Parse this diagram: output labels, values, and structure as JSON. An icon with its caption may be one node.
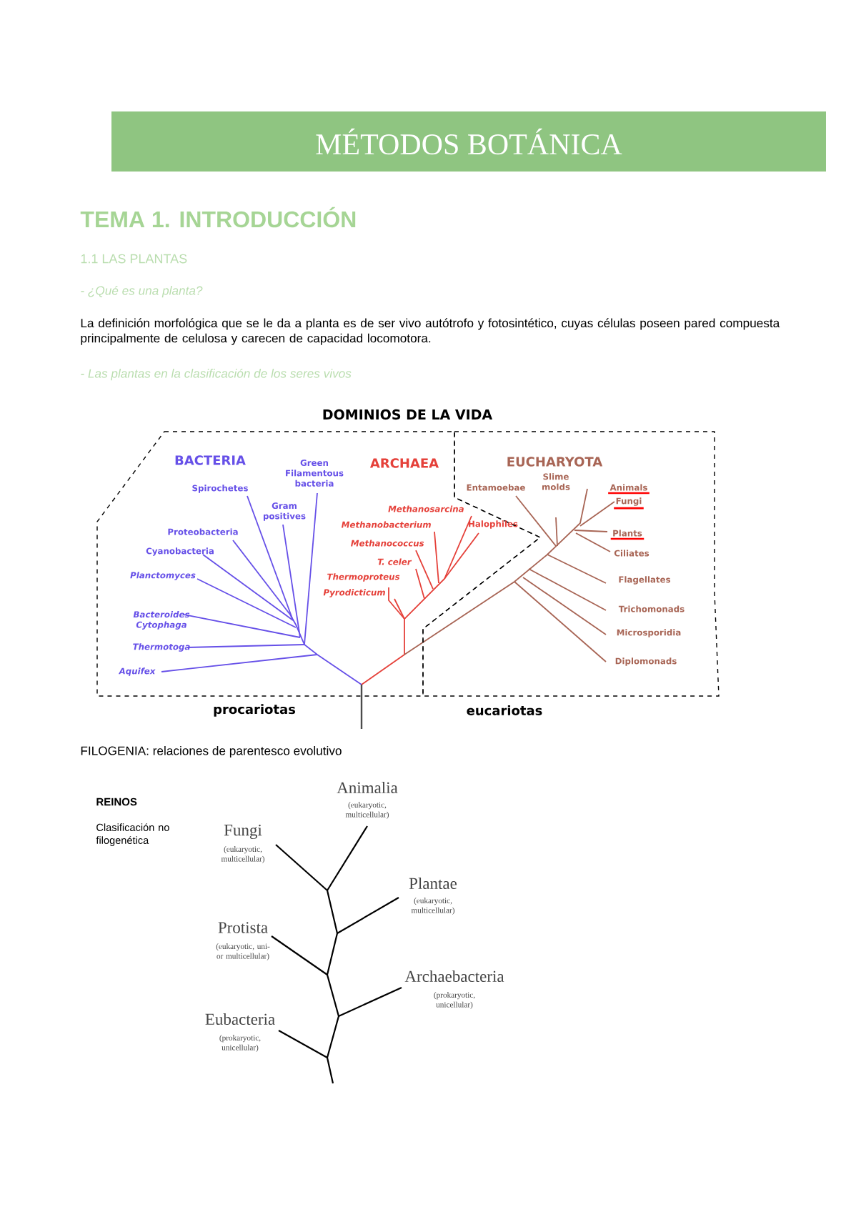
{
  "diagram": {
    "title": "MÉTODOS BOTÁNICA",
    "nodes": [
      {
        "text": [
          "BACTERIA",
          "ARCHAEA"
        ],
        "beside": [
          "procariotas"
        ]
      },
      {
        "text": [
          "EUCHARYOTA"
        ],
        "beside": [
          "eucariotas"
        ]
      }
    ],
    "labels": [
      "TEMA 1. INTRODUCCIÓN",
      "1.1 LAS PLANTAS",
      "- ¿Qué es una planta?",
      "La definición morfológica que se le da a planta es de ser vivo autótrofo y fotosintético, cuyas células poseen pared compuesta principalmente de celulosa y carecen de capacidad locomotora.",
      "- Las plantas en la clasificación de los seres vivos",
      "DOMINIOS DE LA VIDA",
      "Green Filamentous bacteria",
      "Spirochetes",
      "Gram positives",
      "Proteobacteria",
      "Cyanobacteria",
      "Planctomyces",
      "Bacteroides Cytophaga",
      "Thermotoga",
      "Aquifex",
      "Methanosarcina",
      "Methanobacterium",
      "Methanococcus",
      "T. celer",
      "Thermoproteus",
      "Pyrodicticum",
      "Halophiles",
      "Entamoebae",
      "Slime molds",
      "Animals",
      "Fungi",
      "Plants",
      "Ciliates",
      "Flagellates",
      "Trichomonads",
      "Microsporidia",
      "Diplomonads",
      "FILOGENIA: relaciones de parentesco evolutivo",
      "REINOS",
      "Clasificación no filogenética",
      "Animalia",
      "(eukaryotic, multicellular)",
      "Fungi",
      "(eukaryotic, multicellular)",
      "Plantae",
      "(eukaryotic, multicellular)",
      "Protista",
      "(eukaryotic, uni- or multicellular)",
      "Archaebacteria",
      "(prokaryotic, unicellular)",
      "Eubacteria",
      "(prokaryotic, unicellular)"
    ]
  }
}
